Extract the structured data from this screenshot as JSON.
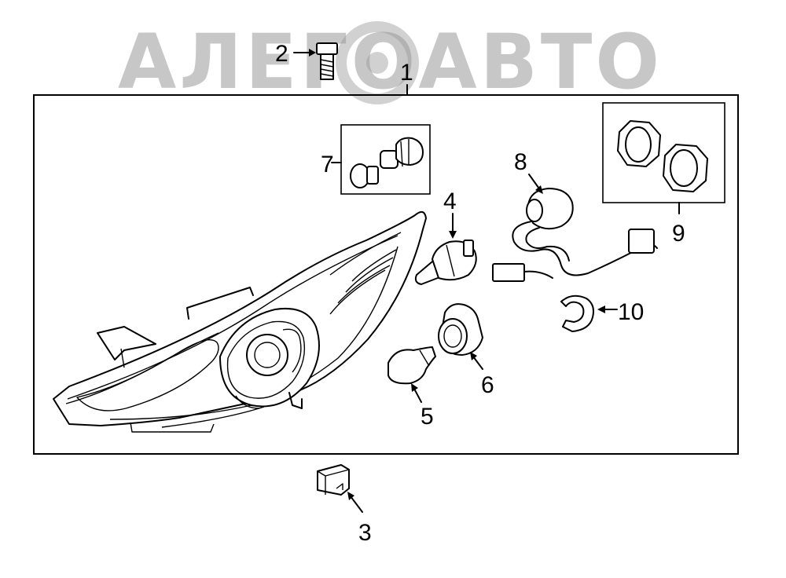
{
  "watermark": {
    "text": "АЛЕГОАВТО"
  },
  "callouts": {
    "c1": "1",
    "c2": "2",
    "c3": "3",
    "c4": "4",
    "c5": "5",
    "c6": "6",
    "c7": "7",
    "c8": "8",
    "c9": "9",
    "c10": "10"
  }
}
